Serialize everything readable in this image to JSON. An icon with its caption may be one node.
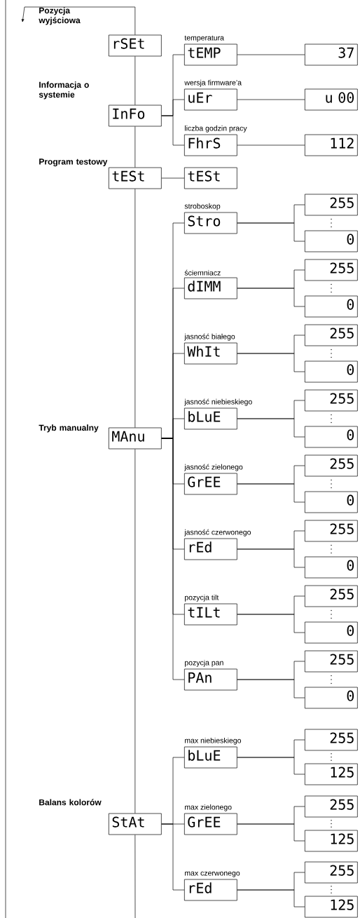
{
  "diagram": {
    "nodes": [
      {
        "text": [
          "Pozycja wyjściowa",
          "rSEt"
        ]
      },
      {
        "text": [
          "Informacja o systemie",
          "InFo"
        ]
      },
      {
        "text": [
          "temperatura",
          "tEMP"
        ]
      },
      {
        "text": [
          "37"
        ]
      },
      {
        "text": [
          "wersja firmware’a",
          "uEr"
        ]
      },
      {
        "text": [
          "u 00"
        ]
      },
      {
        "text": [
          "liczba godzin pracy",
          "FhrS"
        ]
      },
      {
        "text": [
          "112"
        ]
      },
      {
        "text": [
          "Program testowy",
          "tESt"
        ]
      },
      {
        "text": [
          "tESt"
        ]
      },
      {
        "text": [
          "Tryb manualny",
          "MAnu"
        ]
      },
      {
        "text": [
          "stroboskop",
          "Stro"
        ]
      },
      {
        "text": [
          "255"
        ]
      },
      {
        "text": [
          "0"
        ]
      },
      {
        "text": [
          "ściemniacz",
          "dIMM"
        ]
      },
      {
        "text": [
          "255"
        ]
      },
      {
        "text": [
          "0"
        ]
      },
      {
        "text": [
          "jasność białego",
          "WhIt"
        ]
      },
      {
        "text": [
          "255"
        ]
      },
      {
        "text": [
          "0"
        ]
      },
      {
        "text": [
          "jasność niebieskiego",
          "bLuE"
        ]
      },
      {
        "text": [
          "255"
        ]
      },
      {
        "text": [
          "0"
        ]
      },
      {
        "text": [
          "jasność zielonego",
          "GrEE"
        ]
      },
      {
        "text": [
          "255"
        ]
      },
      {
        "text": [
          "0"
        ]
      },
      {
        "text": [
          "jasność czerwonego",
          "rEd"
        ]
      },
      {
        "text": [
          "255"
        ]
      },
      {
        "text": [
          "0"
        ]
      },
      {
        "text": [
          "pozycja tilt",
          "tILt"
        ]
      },
      {
        "text": [
          "255"
        ]
      },
      {
        "text": [
          "0"
        ]
      },
      {
        "text": [
          "pozycja pan",
          "PAn"
        ]
      },
      {
        "text": [
          "255"
        ]
      },
      {
        "text": [
          "0"
        ]
      },
      {
        "text": [
          "Balans kolorów",
          "StAt"
        ]
      },
      {
        "text": [
          "max niebieskiego",
          "bLuE"
        ]
      },
      {
        "text": [
          "255"
        ]
      },
      {
        "text": [
          "125"
        ]
      },
      {
        "text": [
          "max zielonego",
          "GrEE"
        ]
      },
      {
        "text": [
          "255"
        ]
      },
      {
        "text": [
          "125"
        ]
      },
      {
        "text": [
          "max czerwonego",
          "rEd"
        ]
      },
      {
        "text": [
          "255"
        ]
      },
      {
        "text": [
          "125"
        ]
      }
    ],
    "edges": [
      {
        "from": 0,
        "to": null,
        "arrow": "to"
      },
      {
        "from": 0,
        "to": 1,
        "arrow": "none"
      },
      {
        "from": 1,
        "to": 8,
        "arrow": "none"
      },
      {
        "from": 8,
        "to": 10,
        "arrow": "none"
      },
      {
        "from": 10,
        "to": 35,
        "arrow": "none"
      },
      {
        "from": 35,
        "to": null,
        "arrow": "none"
      },
      {
        "from": 1,
        "to": 2,
        "arrow": "none"
      },
      {
        "from": 1,
        "to": 4,
        "arrow": "none"
      },
      {
        "from": 1,
        "to": 6,
        "arrow": "none"
      },
      {
        "from": 2,
        "to": 3,
        "arrow": "none"
      },
      {
        "from": 4,
        "to": 5,
        "arrow": "none"
      },
      {
        "from": 6,
        "to": 7,
        "arrow": "none"
      },
      {
        "from": 8,
        "to": 9,
        "arrow": "none"
      },
      {
        "from": 10,
        "to": 11,
        "arrow": "none"
      },
      {
        "from": 10,
        "to": 14,
        "arrow": "none"
      },
      {
        "from": 10,
        "to": 17,
        "arrow": "none"
      },
      {
        "from": 10,
        "to": 20,
        "arrow": "none"
      },
      {
        "from": 10,
        "to": 23,
        "arrow": "none"
      },
      {
        "from": 10,
        "to": 26,
        "arrow": "none"
      },
      {
        "from": 10,
        "to": 29,
        "arrow": "none"
      },
      {
        "from": 10,
        "to": 32,
        "arrow": "none"
      },
      {
        "from": 11,
        "to": 12,
        "arrow": "none"
      },
      {
        "from": 11,
        "to": 13,
        "arrow": "none"
      },
      {
        "from": 14,
        "to": 15,
        "arrow": "none"
      },
      {
        "from": 14,
        "to": 16,
        "arrow": "none"
      },
      {
        "from": 17,
        "to": 18,
        "arrow": "none"
      },
      {
        "from": 17,
        "to": 19,
        "arrow": "none"
      },
      {
        "from": 20,
        "to": 21,
        "arrow": "none"
      },
      {
        "from": 20,
        "to": 22,
        "arrow": "none"
      },
      {
        "from": 23,
        "to": 24,
        "arrow": "none"
      },
      {
        "from": 23,
        "to": 25,
        "arrow": "none"
      },
      {
        "from": 26,
        "to": 27,
        "arrow": "none"
      },
      {
        "from": 26,
        "to": 28,
        "arrow": "none"
      },
      {
        "from": 29,
        "to": 30,
        "arrow": "none"
      },
      {
        "from": 29,
        "to": 31,
        "arrow": "none"
      },
      {
        "from": 32,
        "to": 33,
        "arrow": "none"
      },
      {
        "from": 32,
        "to": 34,
        "arrow": "none"
      },
      {
        "from": 35,
        "to": 36,
        "arrow": "none"
      },
      {
        "from": 35,
        "to": 39,
        "arrow": "none"
      },
      {
        "from": 35,
        "to": 42,
        "arrow": "none"
      },
      {
        "from": 36,
        "to": 37,
        "arrow": "none"
      },
      {
        "from": 36,
        "to": 38,
        "arrow": "none"
      },
      {
        "from": 39,
        "to": 40,
        "arrow": "none"
      },
      {
        "from": 39,
        "to": 41,
        "arrow": "none"
      },
      {
        "from": 42,
        "to": 43,
        "arrow": "none"
      },
      {
        "from": 42,
        "to": 44,
        "arrow": "none"
      }
    ]
  }
}
